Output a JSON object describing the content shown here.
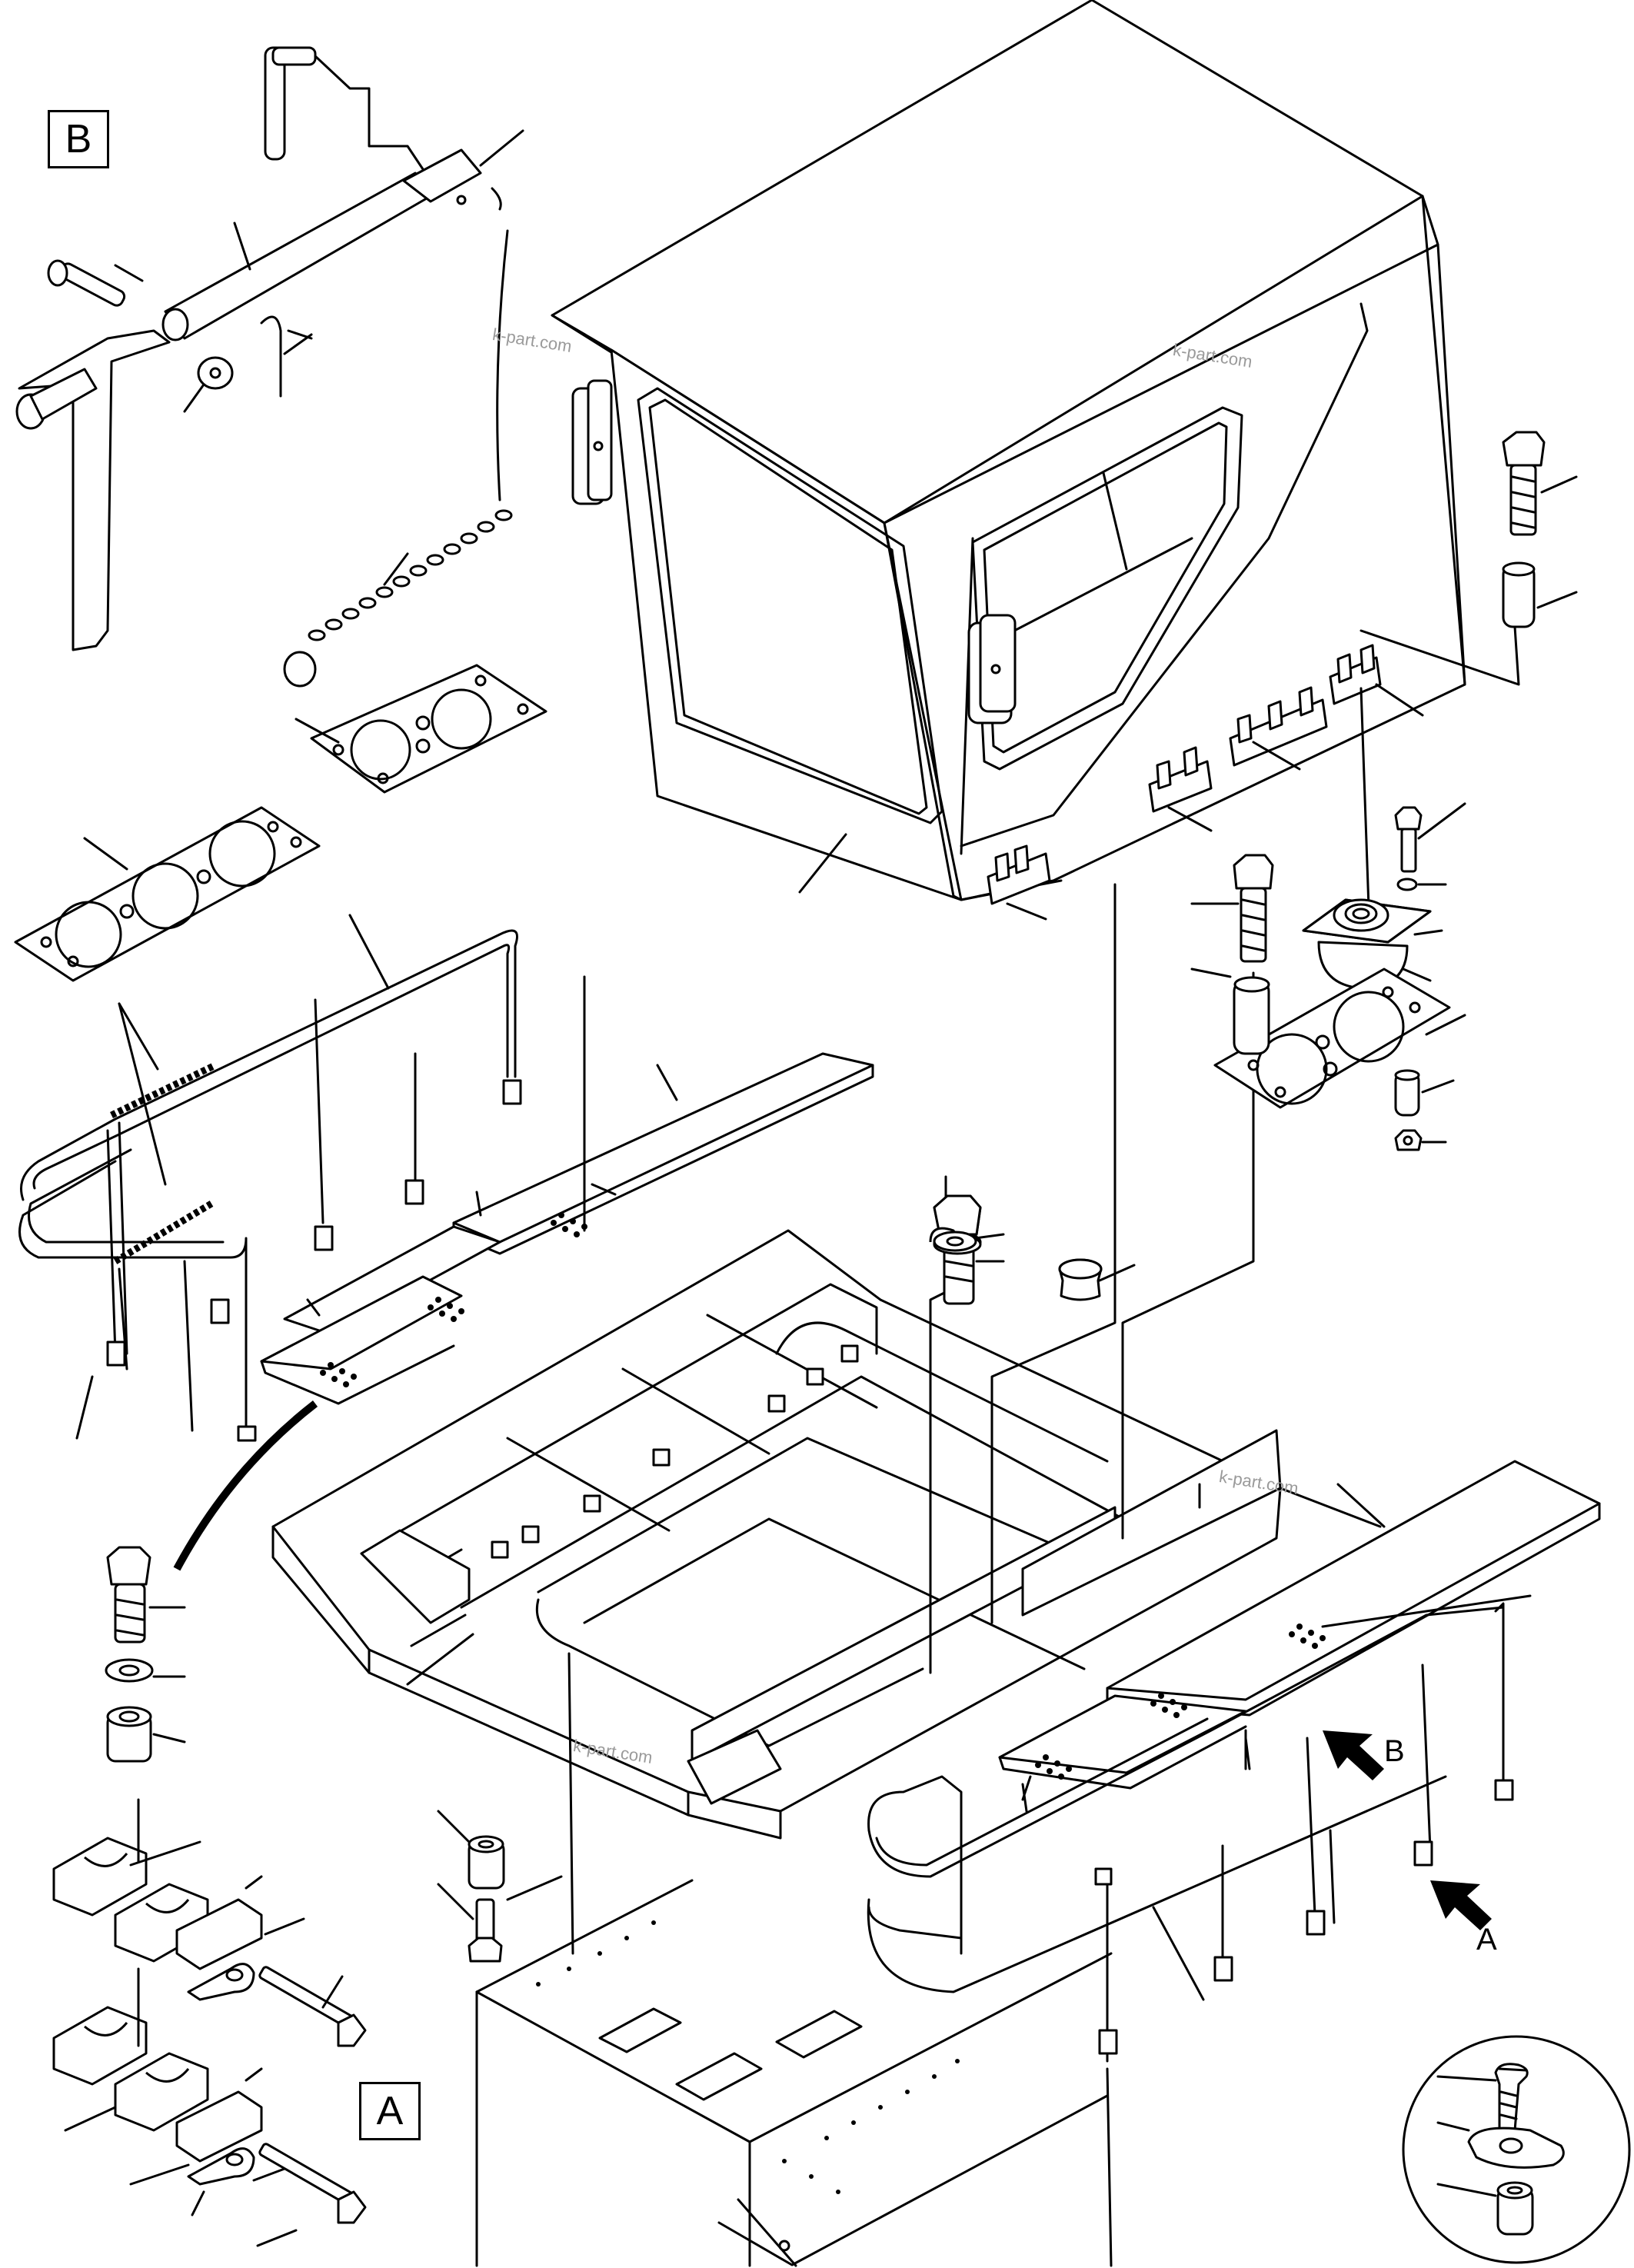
{
  "view_labels": {
    "a": "A",
    "b": "B"
  },
  "arrows": {
    "a": "A",
    "b": "B"
  },
  "watermarks": [
    "k-part.com",
    "k-part.com",
    "k-part.com",
    "k-part.com"
  ]
}
